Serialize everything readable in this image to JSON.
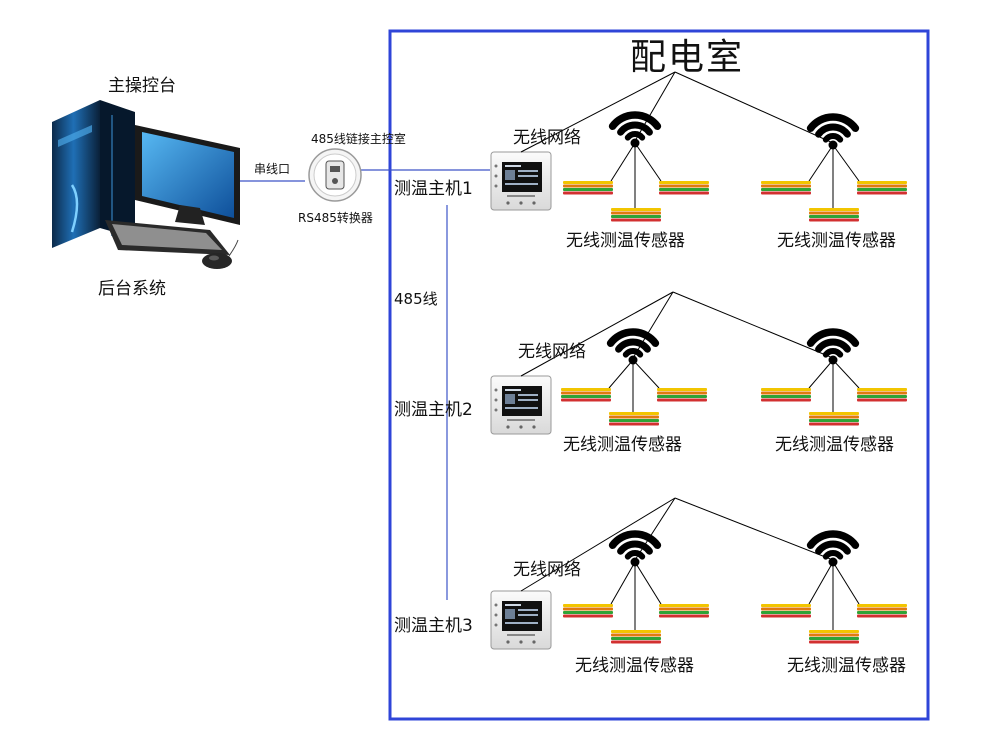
{
  "room": {
    "title": "配电室"
  },
  "computer": {
    "top_label": "主操控台",
    "bottom_label": "后台系统"
  },
  "serial_port": {
    "label": "串线口"
  },
  "converter": {
    "top_label": "485线链接主控室",
    "bottom_label": "RS485转换器"
  },
  "bus": {
    "label": "485线"
  },
  "hosts": [
    {
      "label": "测温主机1",
      "wireless_label": "无线网络",
      "sensor_labels": [
        "无线测温传感器",
        "无线测温传感器"
      ]
    },
    {
      "label": "测温主机2",
      "wireless_label": "无线网络",
      "sensor_labels": [
        "无线测温传感器",
        "无线测温传感器"
      ]
    },
    {
      "label": "测温主机3",
      "wireless_label": "无线网络",
      "sensor_labels": [
        "无线测温传感器",
        "无线测温传感器"
      ]
    }
  ],
  "colors": {
    "room_border": "#2f45d8",
    "link_line": "#3d55c8",
    "sensor_stripes": [
      "#f2c500",
      "#e07a10",
      "#2fa336",
      "#d23030"
    ]
  },
  "icons": {
    "wifi": "wifi-icon",
    "computer": "desktop-computer-icon",
    "converter": "rs485-converter-icon",
    "host": "temperature-host-icon"
  }
}
